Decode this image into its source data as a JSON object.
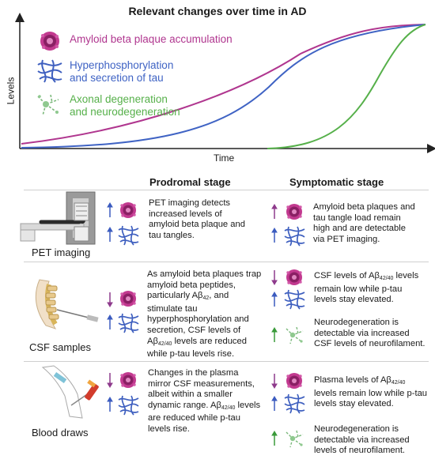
{
  "chart_data": {
    "type": "line",
    "title": "Relevant changes over time in AD",
    "xlabel": "Time",
    "ylabel": "Levels",
    "series": [
      {
        "name": "Amyloid beta plaque accumulation",
        "color": "#b0368f"
      },
      {
        "name": "Hyperphosphorylation and secretion of tau",
        "color": "#3f63c4"
      },
      {
        "name": "Axonal degeneration and neurodegeneration",
        "color": "#56b04a"
      }
    ]
  },
  "legend": {
    "amyloid": "Amyloid beta plaque accumulation",
    "tau_line1": "Hyperphosphorylation",
    "tau_line2": "and secretion of tau",
    "neuro_line1": "Axonal degeneration",
    "neuro_line2": "and neurodegeneration"
  },
  "headers": {
    "prodromal": "Prodromal stage",
    "symptomatic": "Symptomatic stage"
  },
  "rows": [
    {
      "label": "PET imaging",
      "prodromal": [
        "PET imaging detects",
        "increased levels of",
        "amyloid beta plaque and",
        "tau tangles."
      ],
      "symptomatic": [
        "Amyloid beta plaques and",
        "tau tangle load remain",
        "high and are detectable",
        "via PET imaging."
      ]
    },
    {
      "label": "CSF samples",
      "prodromal": [
        "As amyloid beta plaques trap",
        "amyloid beta peptides,",
        "particularly Aβ42, and",
        "stimulate tau",
        "hyperphosphorylation and",
        "secretion, CSF levels of",
        "Aβ42/40 levels are reduced",
        "while p-tau levels rise."
      ],
      "symptomatic_a": [
        "CSF levels of Aβ42/40 levels",
        "remain low while p-tau",
        "levels stay elevated."
      ],
      "symptomatic_b": [
        "Neurodegeneration is",
        "detectable via increased",
        "CSF levels of neurofilament."
      ]
    },
    {
      "label": "Blood draws",
      "prodromal": [
        "Changes in the plasma",
        "mirror CSF measurements,",
        "albeit within a smaller",
        "dynamic range. Aβ42/40 levels",
        "are reduced while p-tau",
        "levels rise."
      ],
      "symptomatic_a": [
        "Plasma levels of Aβ42/40",
        "levels remain low while p-tau",
        "levels stay elevated."
      ],
      "symptomatic_b": [
        "Neurodegeneration is",
        "detectable via increased",
        "levels of neurofilament."
      ]
    }
  ],
  "icons": [
    "amyloid-plaque-icon",
    "tau-tangle-icon",
    "neuron-degeneration-icon",
    "pet-scanner-icon",
    "spine-csf-icon",
    "arm-blood-draw-icon",
    "arrow-up-icon",
    "arrow-down-icon"
  ],
  "colors": {
    "amyloid": "#b0368f",
    "tau": "#3f63c4",
    "neuro": "#56b04a",
    "up_arrow": "#3b5bbf",
    "down_arrow": "#8e3a8c",
    "green_arrow": "#3a9a3a"
  }
}
